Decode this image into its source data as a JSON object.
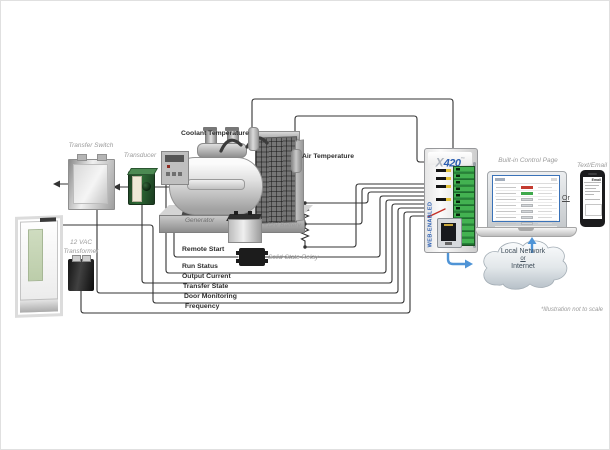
{
  "labels": {
    "transfer_switch": "Transfer Switch",
    "transducer": "Transducer",
    "coolant_temperature": "Coolant Temperature",
    "air_temperature": "Air Temperature",
    "generator": "Generator",
    "battery": "+12V Battery",
    "solid_state_relay": "Solid-State Relay",
    "transformer": "12 VAC\nTransformer",
    "remote_start": "Remote Start",
    "run_status": "Run Status",
    "output_current": "Output Current",
    "transfer_state": "Transfer State",
    "door_monitoring": "Door Monitoring",
    "frequency": "Frequency"
  },
  "device": {
    "brand": "X",
    "model": "420",
    "tm": "™",
    "side_text": "WEB-ENABLED"
  },
  "outputs": {
    "control_page": "Built-in Control Page",
    "or": "Or",
    "text_email": "Text/Email",
    "phone_screen_title": "Email"
  },
  "cloud": {
    "line1": "Local Network",
    "line2": "or",
    "line3": "Internet"
  },
  "footnote": "*Illustration not to scale",
  "control_page": {
    "row_statuses": [
      "red",
      "green",
      "gray",
      "gray",
      "gray",
      "gray",
      "gray"
    ]
  },
  "colors": {
    "wire": "#333333",
    "accent_blue": "#4f94d6",
    "logo_blue": "#2a5db0",
    "terminal_green": "#35a146",
    "transducer_green": "#2e6b35",
    "status_red": "#c43b30",
    "status_green": "#3fa94c"
  }
}
